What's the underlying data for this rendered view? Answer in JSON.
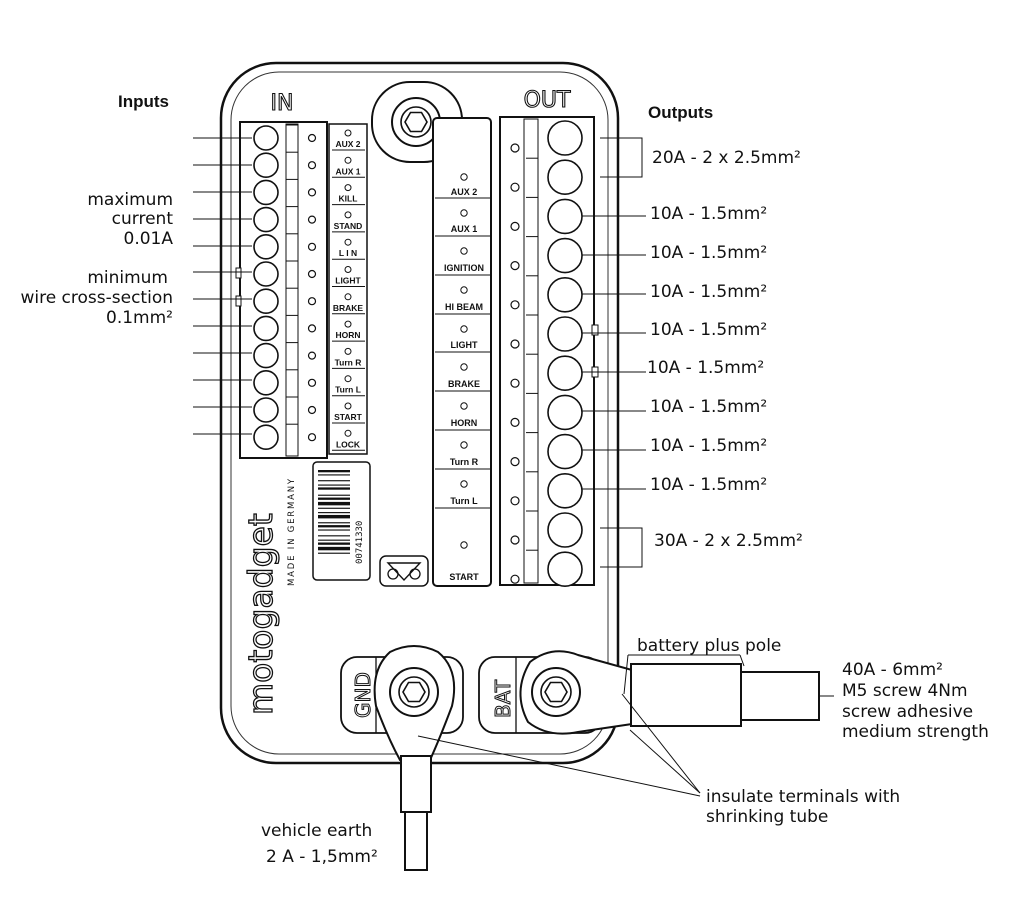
{
  "headings": {
    "inputs": "Inputs",
    "outputs": "Outputs"
  },
  "device": {
    "in_label": "IN",
    "out_label": "OUT",
    "brand": "motogadget",
    "made_in": "MADE IN GERMANY",
    "barcode_number": "00741330",
    "gnd_label": "GND",
    "bat_label": "BAT",
    "in_channels": [
      "AUX 2",
      "AUX 1",
      "KILL",
      "STAND",
      "L I N",
      "LIGHT",
      "BRAKE",
      "HORN",
      "Turn R",
      "Turn L",
      "START",
      "LOCK"
    ],
    "out_channels": [
      "AUX 2",
      "AUX 1",
      "IGNITION",
      "HI BEAM",
      "LIGHT",
      "BRAKE",
      "HORN",
      "Turn R",
      "Turn L",
      "START"
    ]
  },
  "input_notes": {
    "max_current_line1": "maximum",
    "max_current_line2": "current",
    "max_current_value": "0.01A",
    "min_wire_line1": "minimum",
    "min_wire_line2": "wire cross-section",
    "min_wire_value": "0.1mm²"
  },
  "output_ratings": [
    "20A - 2 x 2.5mm²",
    "10A - 1.5mm²",
    "10A - 1.5mm²",
    "10A - 1.5mm²",
    "10A - 1.5mm²",
    "10A - 1.5mm²",
    "10A - 1.5mm²",
    "10A - 1.5mm²",
    "10A - 1.5mm²",
    "30A - 2 x 2.5mm²"
  ],
  "battery": {
    "title": "battery plus pole",
    "lines": [
      "40A - 6mm²",
      "M5 screw 4Nm",
      "screw adhesive",
      "medium strength"
    ]
  },
  "insulate": {
    "line1": "insulate terminals with",
    "line2": "shrinking tube"
  },
  "earth": {
    "line1": "vehicle earth",
    "line2": "2 A - 1,5mm²"
  }
}
